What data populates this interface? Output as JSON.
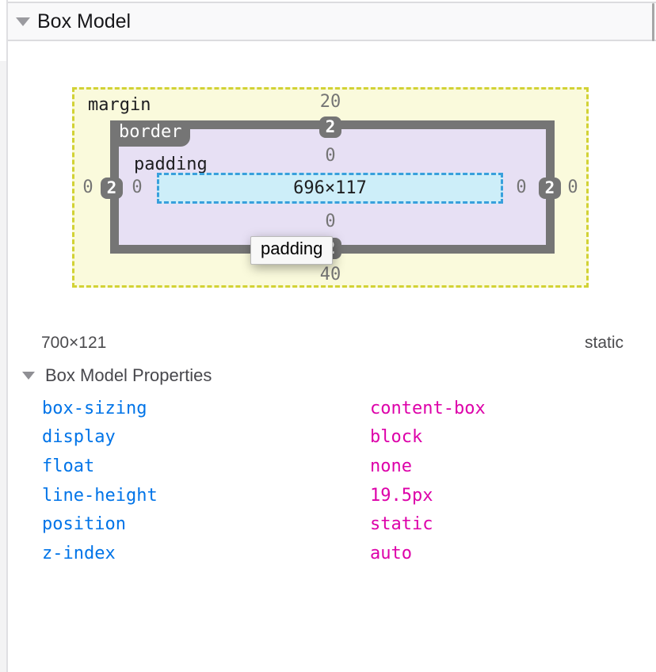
{
  "panel": {
    "title": "Box Model",
    "properties_title": "Box Model Properties"
  },
  "diagram": {
    "margin_label": "margin",
    "border_label": "border",
    "padding_label": "padding",
    "content_size": "696×117",
    "tooltip": "padding",
    "values": {
      "margin": {
        "top": "20",
        "right": "0",
        "bottom": "40",
        "left": "0"
      },
      "border": {
        "top": "2",
        "right": "2",
        "bottom": "2",
        "left": "2"
      },
      "padding": {
        "top": "0",
        "right": "0",
        "bottom": "0",
        "left": "0"
      }
    }
  },
  "summary": {
    "dimensions": "700×121",
    "position": "static"
  },
  "properties": [
    {
      "name": "box-sizing",
      "value": "content-box"
    },
    {
      "name": "display",
      "value": "block"
    },
    {
      "name": "float",
      "value": "none"
    },
    {
      "name": "line-height",
      "value": "19.5px"
    },
    {
      "name": "position",
      "value": "static"
    },
    {
      "name": "z-index",
      "value": "auto"
    }
  ],
  "colors": {
    "margin_fill": "#fafadc",
    "margin_edge": "#d2d235",
    "box_gray": "#757575",
    "padding_fill": "#e7e0f4",
    "content_fill": "#cdeef9",
    "content_edge": "#38a0dc",
    "name_blue": "#0074e8",
    "value_magenta": "#dd00a9"
  }
}
